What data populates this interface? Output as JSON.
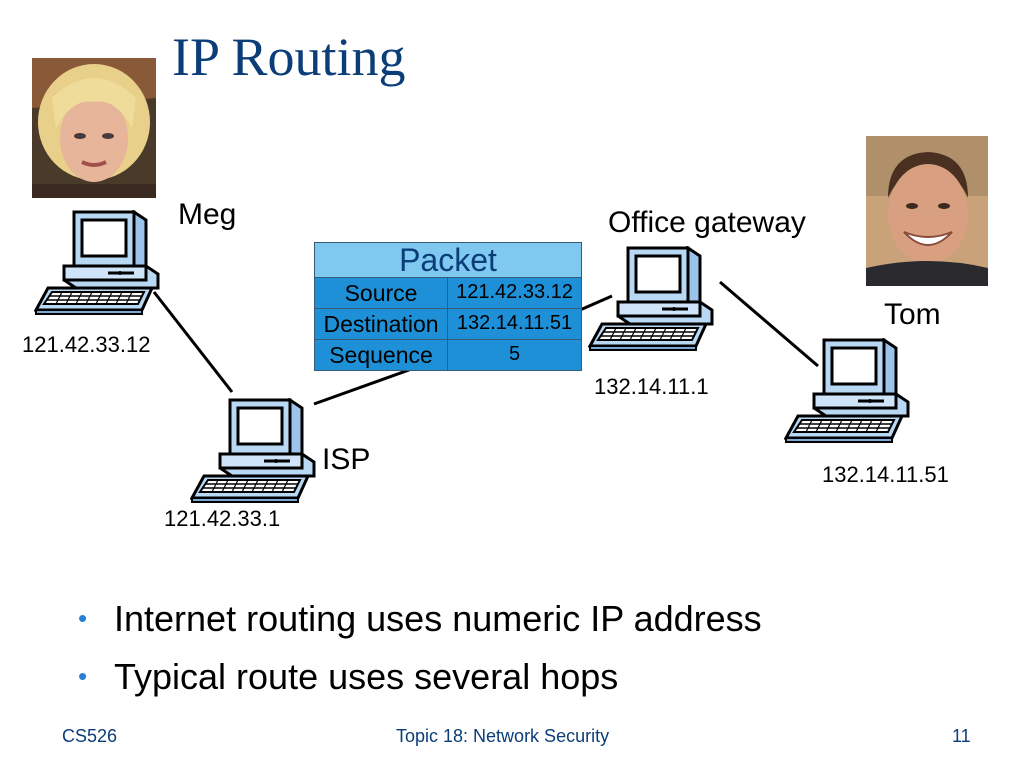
{
  "slide": {
    "title": "IP Routing",
    "footer": {
      "left": "CS526",
      "center": "Topic 18: Network Security",
      "right": "11"
    }
  },
  "hosts": {
    "meg": {
      "name": "Meg",
      "ip": "121.42.33.12"
    },
    "isp": {
      "name": "ISP",
      "ip": "121.42.33.1"
    },
    "gateway": {
      "name": "Office gateway",
      "ip": "132.14.11.1"
    },
    "tom": {
      "name": "Tom",
      "ip": "132.14.11.51"
    }
  },
  "packet": {
    "header": "Packet",
    "rows": [
      {
        "field": "Source",
        "value": "121.42.33.12"
      },
      {
        "field": "Destination",
        "value": "132.14.11.51"
      },
      {
        "field": "Sequence",
        "value": "5"
      }
    ]
  },
  "bullets": [
    "Internet routing uses numeric IP address",
    "Typical route uses several hops"
  ],
  "colors": {
    "title": "#0b3d78",
    "packet_header": "#7fc8f0",
    "packet_rows": "#1e90d8",
    "computer_fill": "#b8d8f4"
  },
  "icons": [
    "computer-icon",
    "portrait-photo"
  ]
}
